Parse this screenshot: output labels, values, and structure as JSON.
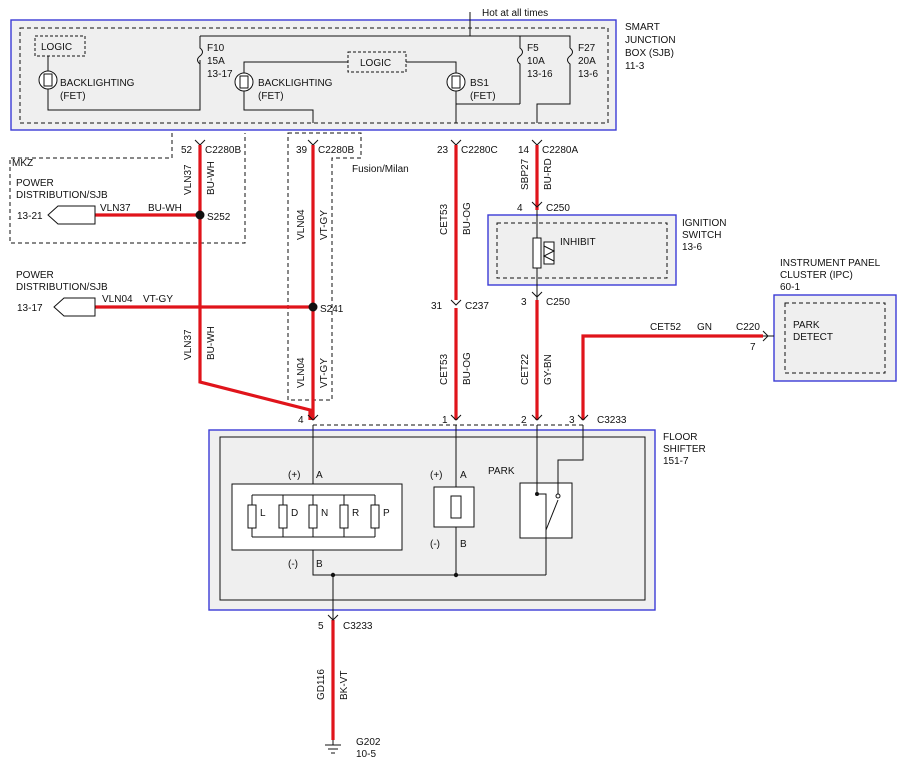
{
  "sjb": {
    "hot_at_all_times": "Hot at all times",
    "title": [
      "SMART",
      "JUNCTION",
      "BOX (SJB)",
      "11-3"
    ],
    "logic_left": "LOGIC",
    "logic_mid": "LOGIC",
    "backlighting_1": [
      "BACKLIGHTING",
      "(FET)"
    ],
    "backlighting_2": [
      "BACKLIGHTING",
      "(FET)"
    ],
    "bs1": [
      "BS1",
      "(FET)"
    ],
    "f10": [
      "F10",
      "15A",
      "13-17"
    ],
    "f5": [
      "F5",
      "10A",
      "13-16"
    ],
    "f27": [
      "F27",
      "20A",
      "13-6"
    ]
  },
  "connectors": {
    "c52": "52",
    "c2280b_1": "C2280B",
    "c39": "39",
    "c2280b_2": "C2280B",
    "c23": "23",
    "c2280c": "C2280C",
    "c14": "14",
    "c2280a": "C2280A",
    "fusion_milan": "Fusion/Milan",
    "mkz": "MKZ",
    "c250_top_pin": "4",
    "c250_top": "C250",
    "c250_bot_pin": "3",
    "c250_bot": "C250",
    "c237_pin": "31",
    "c237": "C237",
    "c220": "C220",
    "c220_pin": "7",
    "c3233_p4": "4",
    "c3233_p1": "1",
    "c3233_p2": "2",
    "c3233_p3": "3",
    "c3233": "C3233",
    "c3233_p5": "5",
    "c3233_b": "C3233",
    "s252": "S252",
    "s241": "S241"
  },
  "wires": {
    "vln37": "VLN37",
    "bu_wh": "BU-WH",
    "vln04": "VLN04",
    "vt_gy": "VT-GY",
    "cet53": "CET53",
    "bu_og": "BU-OG",
    "sbp27": "SBP27",
    "bu_rd": "BU-RD",
    "cet22": "CET22",
    "gy_bn": "GY-BN",
    "cet52": "CET52",
    "gn": "GN",
    "gd116": "GD116",
    "bk_vt": "BK-VT"
  },
  "power_dist_1": {
    "title": [
      "POWER",
      "DISTRIBUTION/SJB"
    ],
    "ref": "13-21",
    "wire": "VLN37",
    "color": "BU-WH"
  },
  "power_dist_2": {
    "title": [
      "POWER",
      "DISTRIBUTION/SJB"
    ],
    "ref": "13-17",
    "wire": "VLN04",
    "color": "VT-GY"
  },
  "ignition": {
    "title": [
      "IGNITION",
      "SWITCH",
      "13-6"
    ],
    "inhibit": "INHIBIT"
  },
  "ipc": {
    "title": [
      "INSTRUMENT PANEL",
      "CLUSTER (IPC)",
      "60-1"
    ],
    "park_detect": [
      "PARK",
      "DETECT"
    ]
  },
  "shifter": {
    "title": [
      "FLOOR",
      "SHIFTER",
      "151-7"
    ],
    "park": "PARK",
    "plus_a": "(+)",
    "a": "A",
    "minus_b": "(-)",
    "b": "B",
    "plus_a2": "(+)",
    "a2": "A",
    "minus_b2": "(-)",
    "b2": "B",
    "leds": [
      "L",
      "D",
      "N",
      "R",
      "P"
    ]
  },
  "ground": {
    "name": "G202",
    "ref": "10-5"
  },
  "colors": {
    "wire": "#e0141b",
    "box_border": "#3b3bd6",
    "box_fill": "#f0f0f0"
  }
}
